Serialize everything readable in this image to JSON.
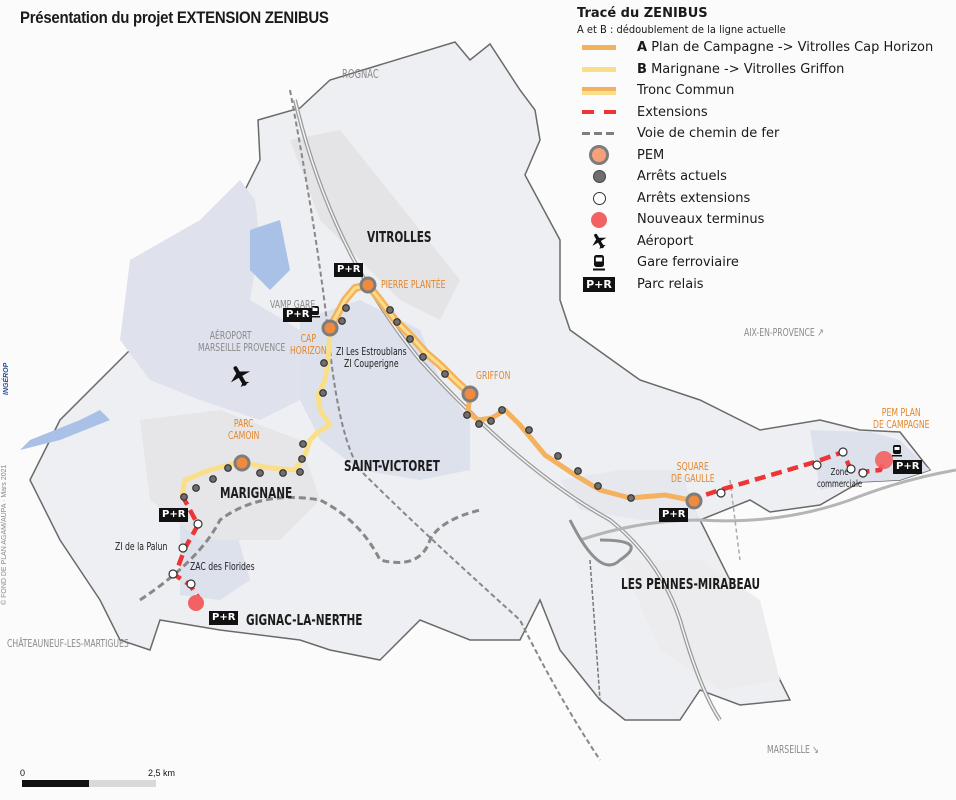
{
  "title": "Présentation du projet EXTENSION ZENIBUS",
  "colors": {
    "line_a": "#f4b25f",
    "line_b": "#f9df8a",
    "extension": "#ee3434",
    "rail": "#7f7f7f",
    "pem_fill": "#f7a07a",
    "pem_ring": "#7d7d7d",
    "terminus": "#f36262",
    "urban_area": "#dde1ec",
    "built_area": "#e3e3e3",
    "station_label": "#e4862c"
  },
  "legend": {
    "title": "Tracé du ZENIBUS",
    "subtitle": "A et B : dédoublement de la ligne actuelle",
    "items": [
      {
        "symbol": "line-a",
        "key": "A",
        "label": "Plan de Campagne -> Vitrolles Cap Horizon"
      },
      {
        "symbol": "line-b",
        "key": "B",
        "label": "Marignane -> Vitrolles Griffon"
      },
      {
        "symbol": "tronc-commun",
        "key": "",
        "label": "Tronc Commun"
      },
      {
        "symbol": "extensions",
        "key": "",
        "label": "Extensions"
      },
      {
        "symbol": "rail",
        "key": "",
        "label": "Voie de chemin de fer"
      },
      {
        "symbol": "pem",
        "key": "",
        "label": "PEM"
      },
      {
        "symbol": "arrets-actuels",
        "key": "",
        "label": "Arrêts actuels"
      },
      {
        "symbol": "arrets-extensions",
        "key": "",
        "label": "Arrêts extensions"
      },
      {
        "symbol": "nouveaux-terminus",
        "key": "",
        "label": "Nouveaux terminus"
      },
      {
        "symbol": "aeroport",
        "key": "",
        "label": "Aéroport"
      },
      {
        "symbol": "gare",
        "key": "",
        "label": "Gare ferroviaire"
      },
      {
        "symbol": "parc-relais",
        "key": "P+R",
        "label": "Parc relais"
      }
    ]
  },
  "communes": {
    "vitrolles": "VITROLLES",
    "marignane": "MARIGNANE",
    "saint_victoret": "SAINT-VICTORET",
    "gignac": "GIGNAC-LA-NERTHE",
    "pennes": "LES PENNES-MIRABEAU"
  },
  "places": {
    "rognac": "ROGNAC",
    "aeroport_1": "AÉROPORT",
    "aeroport_2": "MARSEILLE PROVENCE",
    "vamp_gare": "VAMP GARE",
    "aix": "AIX-EN-PROVENCE ↗",
    "chateauneuf": "CHÂTEAUNEUF-LES-MARTIGUES",
    "marseille": "MARSEILLE ↘"
  },
  "stations": {
    "pierre_plantee": "PIERRE PLANTÉE",
    "cap_horizon_1": "CAP",
    "cap_horizon_2": "HORIZON",
    "griffon": "GRIFFON",
    "parc_camoin_1": "PARC",
    "parc_camoin_2": "CAMOIN",
    "square_1": "SQUARE",
    "square_2": "DE GAULLE",
    "pem_plan_1": "PEM PLAN",
    "pem_plan_2": "DE CAMPAGNE"
  },
  "stops": {
    "estroublans_1": "ZI Les Estroublans",
    "estroublans_2": "ZI Couperigne",
    "palun": "ZI de la Palun",
    "florides": "ZAC des Florides",
    "zone_1": "Zone",
    "zone_2": "commerciale"
  },
  "park_ride_label": "P+R",
  "scale": {
    "min": "0",
    "max": "2,5 km"
  },
  "credit": "© FOND DE PLAN AGAM/AUPA · Mars 2021",
  "logo": "INGÉROP"
}
